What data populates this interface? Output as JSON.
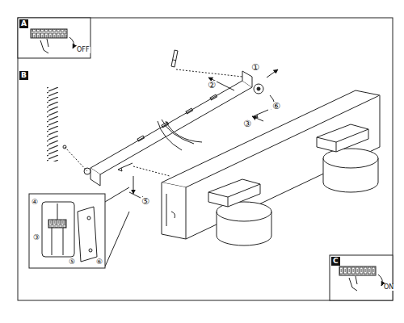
{
  "diagram": {
    "labels": [
      "A",
      "OFF",
      "B",
      "①",
      "②",
      "③",
      "⑤",
      "⑥",
      "④",
      "③",
      "⑤",
      "⑥",
      "C",
      "ON"
    ]
  }
}
